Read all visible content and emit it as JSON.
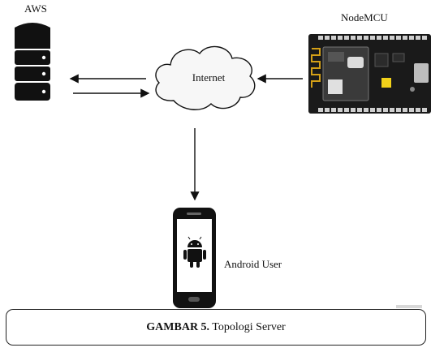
{
  "nodes": {
    "aws": {
      "label": "AWS",
      "icon": "server-rack-icon"
    },
    "internet": {
      "label": "Internet",
      "icon": "cloud-icon"
    },
    "nodemcu": {
      "label": "NodeMCU",
      "icon": "microcontroller-board-icon"
    },
    "android": {
      "label": "Android User",
      "icon": "android-phone-icon"
    }
  },
  "caption": {
    "label": "GAMBAR 5.",
    "text": " Topologi Server"
  }
}
